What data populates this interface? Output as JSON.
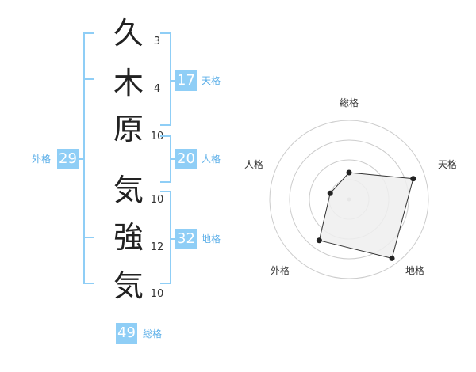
{
  "characters": [
    {
      "char": "久",
      "strokes": "3"
    },
    {
      "char": "木",
      "strokes": "4"
    },
    {
      "char": "原",
      "strokes": "10"
    },
    {
      "char": "気",
      "strokes": "10"
    },
    {
      "char": "強",
      "strokes": "12"
    },
    {
      "char": "気",
      "strokes": "10"
    }
  ],
  "scores": {
    "tenkaku": {
      "value": "17",
      "label": "天格"
    },
    "jinkaku": {
      "value": "20",
      "label": "人格"
    },
    "chikaku": {
      "value": "32",
      "label": "地格"
    },
    "gaikaku": {
      "value": "29",
      "label": "外格"
    },
    "soukaku": {
      "value": "49",
      "label": "総格"
    }
  },
  "chart_data": {
    "type": "radar",
    "axes": [
      "総格",
      "天格",
      "地格",
      "外格",
      "人格"
    ],
    "values": [
      0.34,
      0.85,
      0.92,
      0.64,
      0.25
    ],
    "rings": 4,
    "fill": "#eeeeee",
    "stroke": "#333333",
    "grid_color": "#cccccc"
  },
  "colors": {
    "accent": "#8fcef6",
    "label": "#5aaee8"
  }
}
